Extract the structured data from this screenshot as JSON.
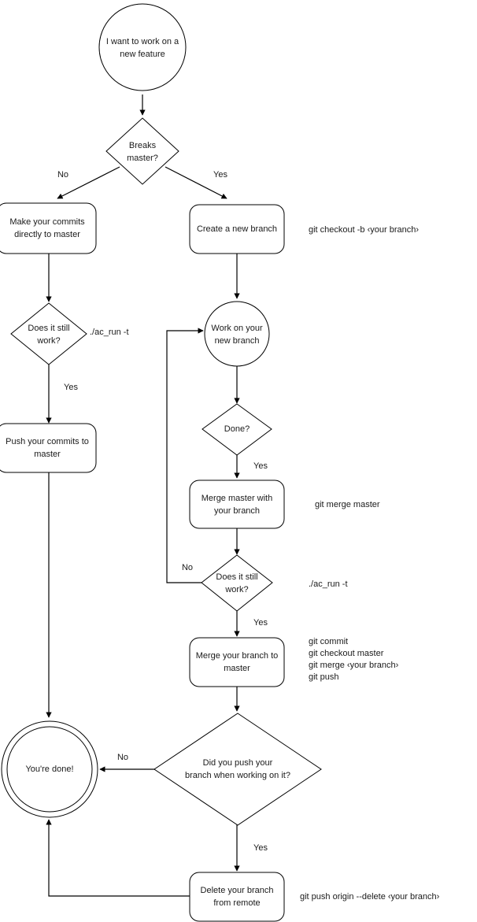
{
  "diagram": {
    "title": "Git feature branch workflow flowchart",
    "stroke_color": "#000000",
    "fill_color": "#ffffff",
    "text_color": "#1a1a1a"
  },
  "nodes": {
    "start": {
      "line1": "I want to work on a",
      "line2": "new feature"
    },
    "breaks_master": {
      "line1": "Breaks",
      "line2": "master?"
    },
    "make_commits": {
      "line1": "Make your commits",
      "line2": "directly to master"
    },
    "create_branch": {
      "line1": "Create a new branch",
      "line2": ""
    },
    "does_it_work_left": {
      "line1": "Does it still",
      "line2": "work?"
    },
    "work_on_branch": {
      "line1": "Work on your",
      "line2": "new branch"
    },
    "push_commits": {
      "line1": "Push your commits to",
      "line2": "master"
    },
    "done_question": {
      "line1": "Done?",
      "line2": ""
    },
    "merge_master": {
      "line1": "Merge master with",
      "line2": "your branch"
    },
    "does_it_work_right": {
      "line1": "Does it still",
      "line2": "work?"
    },
    "merge_branch": {
      "line1": "Merge your branch to",
      "line2": "master"
    },
    "youre_done": {
      "line1": "You're done!",
      "line2": ""
    },
    "did_you_push": {
      "line1": "Did you push your",
      "line2": "branch when working on it?"
    },
    "delete_branch": {
      "line1": "Delete your branch",
      "line2": "from remote"
    }
  },
  "edge_labels": {
    "no_breaks_master": "No",
    "yes_breaks_master": "Yes",
    "yes_work_left": "Yes",
    "yes_done": "Yes",
    "no_work_right": "No",
    "yes_work_right": "Yes",
    "no_did_push": "No",
    "yes_did_push": "Yes"
  },
  "annotations": {
    "create_branch_cmd": "git checkout -b ‹your branch›",
    "ac_run_left": "./ac_run -t",
    "merge_master_cmd": "git merge master",
    "ac_run_right": "./ac_run -t",
    "merge_branch_cmds": [
      "git commit",
      "git checkout master",
      "git merge ‹your branch›",
      "git push"
    ],
    "delete_branch_cmd": "git push origin --delete ‹your branch›"
  }
}
